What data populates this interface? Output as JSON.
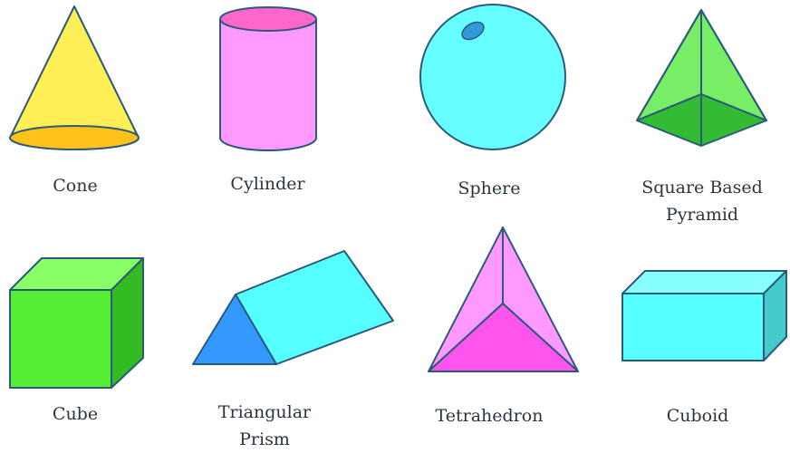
{
  "shapes": {
    "cone": {
      "label": "Cone",
      "body_color": "#ffee55",
      "base_color": "#ffc21a"
    },
    "cylinder": {
      "label": "Cylinder",
      "body_color": "#ff99ff",
      "top_color": "#ff66cc"
    },
    "sphere": {
      "label": "Sphere",
      "body_color": "#66ffff",
      "highlight_color": "#3399dd"
    },
    "square_pyramid": {
      "label_line1": "Square Based",
      "label_line2": "Pyramid",
      "light_color": "#77ee66",
      "dark_color": "#33bb33"
    },
    "cube": {
      "label": "Cube",
      "front_color": "#55ee33",
      "top_color": "#88ff66",
      "side_color": "#33bb22"
    },
    "triangular_prism": {
      "label_line1": "Triangular",
      "label_line2": "Prism",
      "face_color": "#55ffff",
      "end_color": "#3399ff"
    },
    "tetrahedron": {
      "label": "Tetrahedron",
      "light_color": "#ff99ff",
      "dark_color": "#ff55ee"
    },
    "cuboid": {
      "label": "Cuboid",
      "front_color": "#55ffff",
      "top_color": "#88ffff",
      "side_color": "#44cccc"
    }
  },
  "outline_color": "#2b5a7a"
}
